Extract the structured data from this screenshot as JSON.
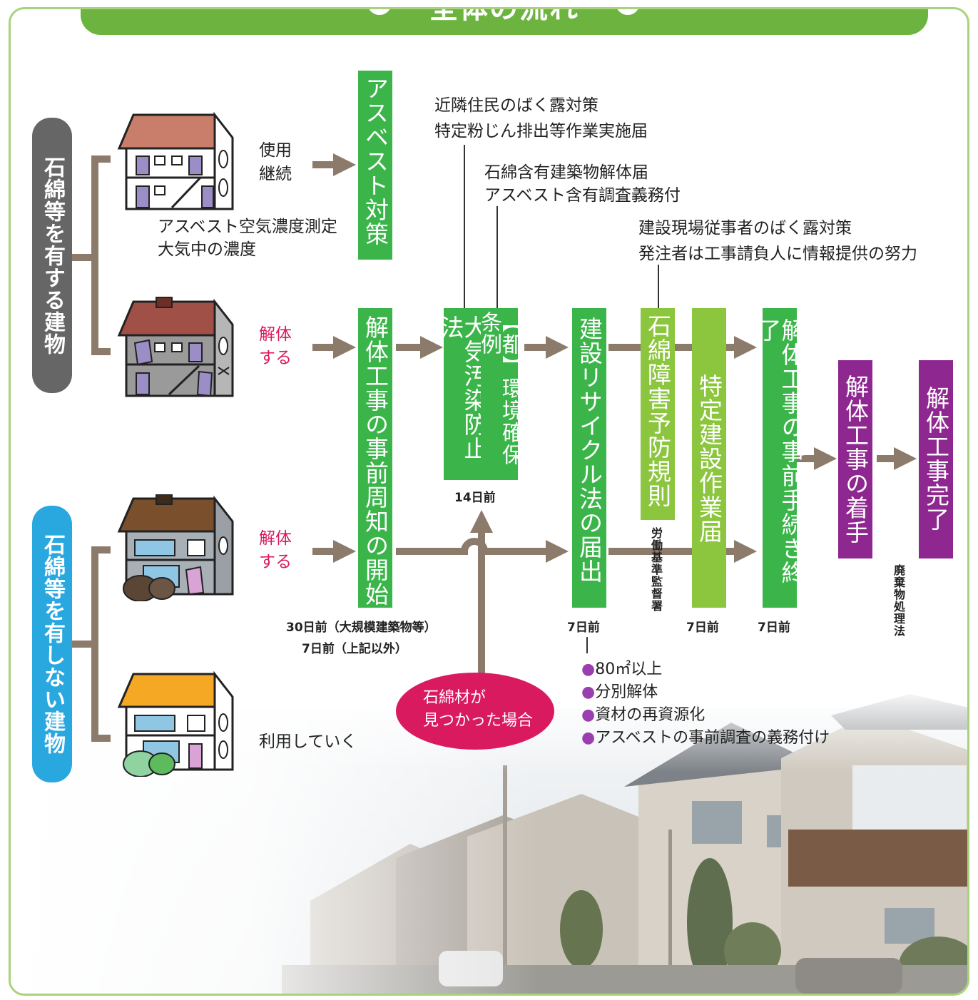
{
  "title": "全体の流れ",
  "colors": {
    "frame": "#a9d37a",
    "header": "#6db33f",
    "green_box": "#3bb54a",
    "light_green_box": "#8cc63f",
    "purple_box": "#8e278f",
    "arrow": "#8c7b6b",
    "gray_pill": "#666666",
    "blue_pill": "#29a8e0",
    "magenta": "#d91a5f",
    "bullet": "#9b3fb0"
  },
  "categories": {
    "with_asbestos": "石綿等を有する建物",
    "without_asbestos": "石綿等を有しない建物"
  },
  "house_labels": {
    "continue_use": "使用継続",
    "demolish_1": "解体する",
    "demolish_2": "解体する",
    "keep_using": "利用していく"
  },
  "notes": {
    "air_measure": "アスベスト空気濃度測定",
    "air_concentration": "大気中の濃度",
    "neighbor_exposure": "近隣住民のばく露対策",
    "dust_report": "特定粉じん排出等作業実施届",
    "demolition_report": "石綿含有建築物解体届",
    "survey_obligation": "アスベスト含有調査義務付",
    "worker_exposure": "建設現場従事者のばく露対策",
    "info_provision": "発注者は工事請負人に情報提供の努力"
  },
  "boxes": {
    "asbestos_measures": "アスベスト対策",
    "notice_start": "解体工事の事前周知の開始",
    "air_pollution_law": "大気汚染防止法",
    "tokyo_ordinance": "【都】環境確保条例",
    "recycle_law": "建設リサイクル法の届出",
    "asbestos_rule": "石綿障害予防規則",
    "specific_work": "特定建設作業届",
    "procedure_end": "解体工事の事前手続き終了",
    "work_start": "解体工事の着手",
    "work_complete": "解体工事完了"
  },
  "timings": {
    "days14": "14日前",
    "days30": "30日前（大規模建築物等）",
    "days7_other": "7日前（上記以外）",
    "recycle_days": "7日前",
    "specific_days": "7日前",
    "procedure_days": "7日前"
  },
  "offices": {
    "labor": "労働基準監督署",
    "waste_law": "廃棄物処理法"
  },
  "found_asbestos": {
    "line1": "石綿材が",
    "line2": "見つかった場合"
  },
  "recycle_conditions": [
    "●80㎡以上",
    "●分別解体",
    "●資材の再資源化",
    "●アスベストの事前調査の義務付け"
  ]
}
